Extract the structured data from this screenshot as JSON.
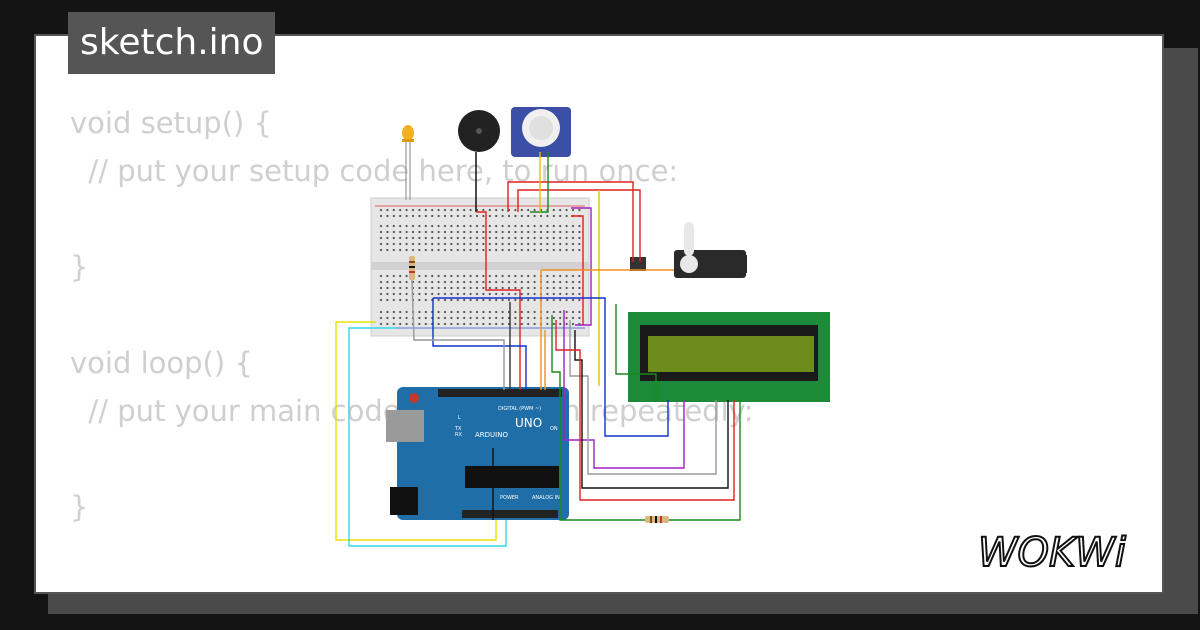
{
  "tab": {
    "label": "sketch.ino"
  },
  "code_lines": [
    "void setup() {",
    "  // put your setup code here, to run once:",
    "",
    "}",
    "",
    "void loop() {",
    "  // put your main code here, to run repeatedly:",
    "",
    "}"
  ],
  "board": {
    "name": "UNO",
    "brand": "ARDUINO",
    "digital_label": "DIGITAL (PWM ~)",
    "power_label": "POWER",
    "analog_label": "ANALOG IN",
    "on_label": "ON",
    "tx_label": "TX",
    "rx_label": "RX",
    "l_label": "L"
  },
  "logo": {
    "text": "WOKWi"
  },
  "colors": {
    "board": "#1f6ea8",
    "lcd_pcb": "#1d8a3a",
    "lcd_screen": "#6c8c1b",
    "breadboard": "#e8e8e8"
  }
}
